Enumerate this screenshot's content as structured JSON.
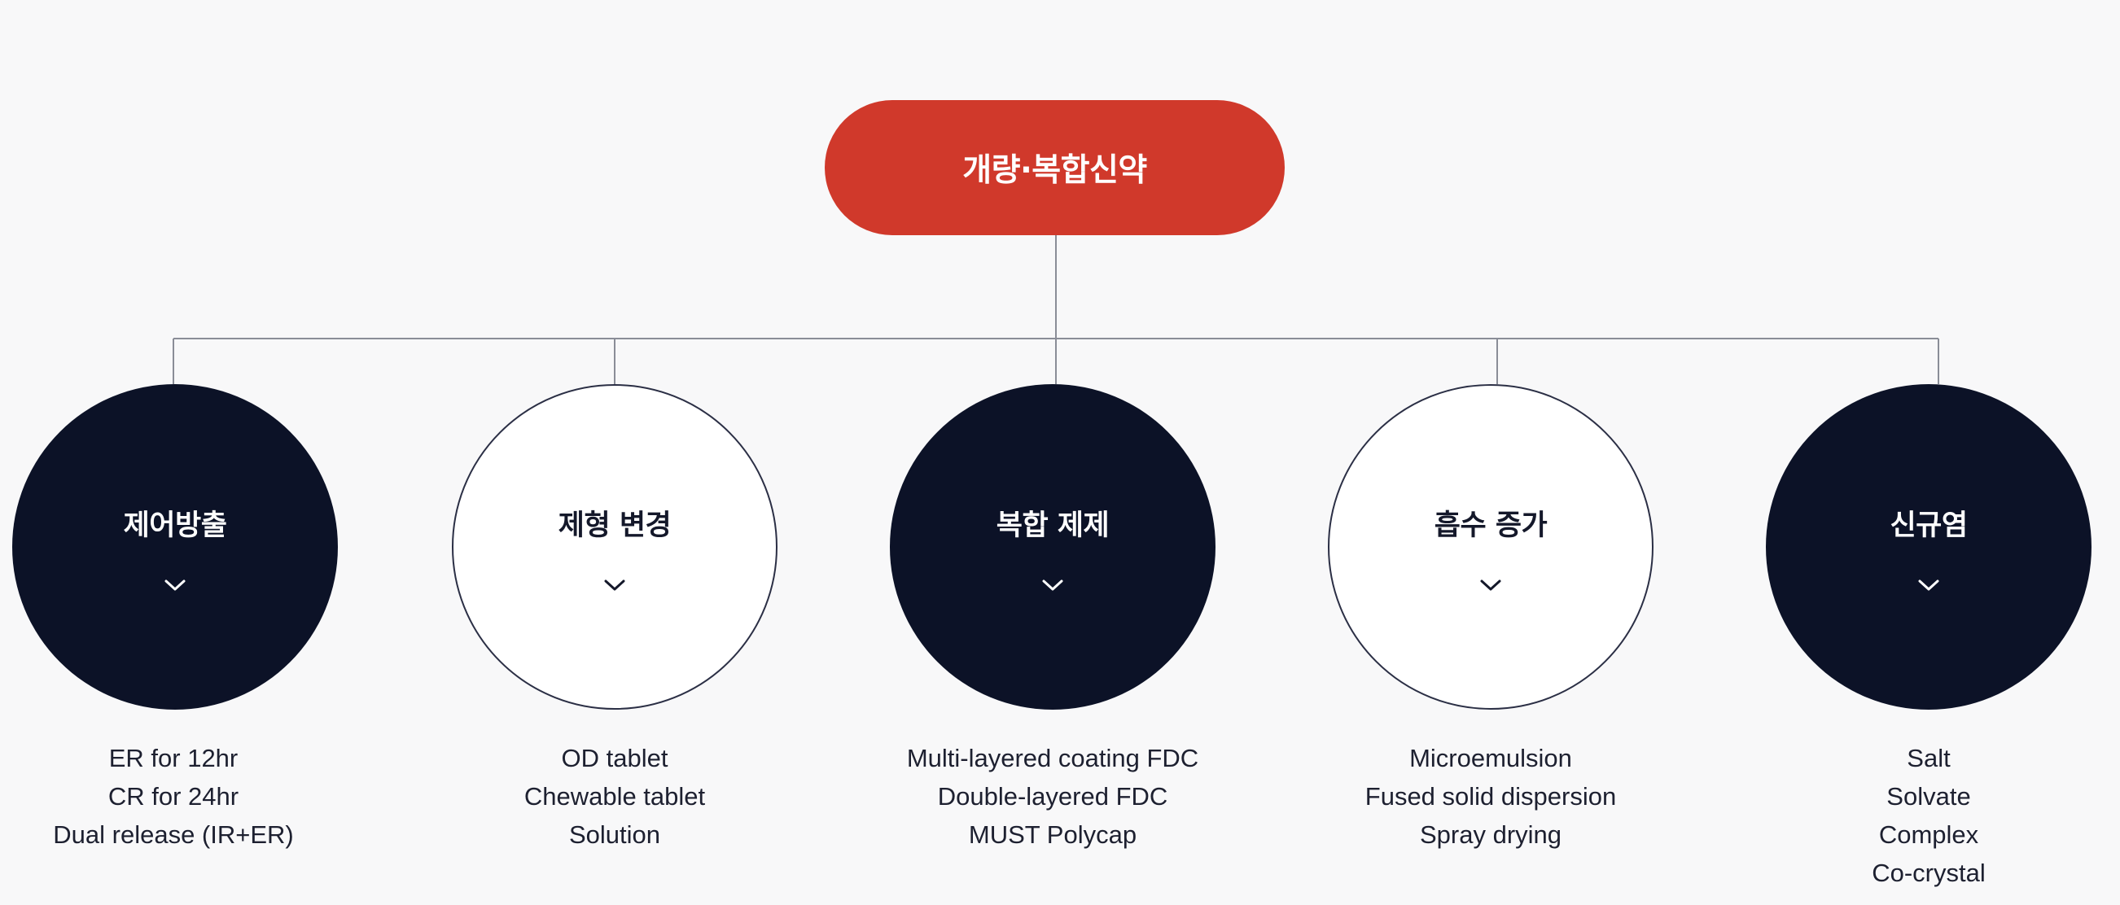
{
  "root": {
    "label": "개량·복합신약",
    "color": "#d0392b"
  },
  "colors": {
    "dark_node": "#0c1227",
    "light_node": "#ffffff",
    "connector": "#8a8d97",
    "background": "#f8f8f9"
  },
  "categories": [
    {
      "title": "제어방출",
      "style": "dark",
      "icon": "chevron-down-icon",
      "items": [
        "ER for 12hr",
        "CR for 24hr",
        "Dual release (IR+ER)"
      ]
    },
    {
      "title": "제형 변경",
      "style": "light",
      "icon": "chevron-down-icon",
      "items": [
        "OD tablet",
        "Chewable tablet",
        "Solution"
      ]
    },
    {
      "title": "복합 제제",
      "style": "dark",
      "icon": "chevron-down-icon",
      "items": [
        "Multi-layered coating FDC",
        "Double-layered FDC",
        "MUST Polycap"
      ]
    },
    {
      "title": "흡수 증가",
      "style": "light",
      "icon": "chevron-down-icon",
      "items": [
        "Microemulsion",
        "Fused solid dispersion",
        "Spray drying"
      ]
    },
    {
      "title": "신규염",
      "style": "dark",
      "icon": "chevron-down-icon",
      "items": [
        "Salt",
        "Solvate",
        "Complex",
        "Co-crystal"
      ]
    }
  ]
}
